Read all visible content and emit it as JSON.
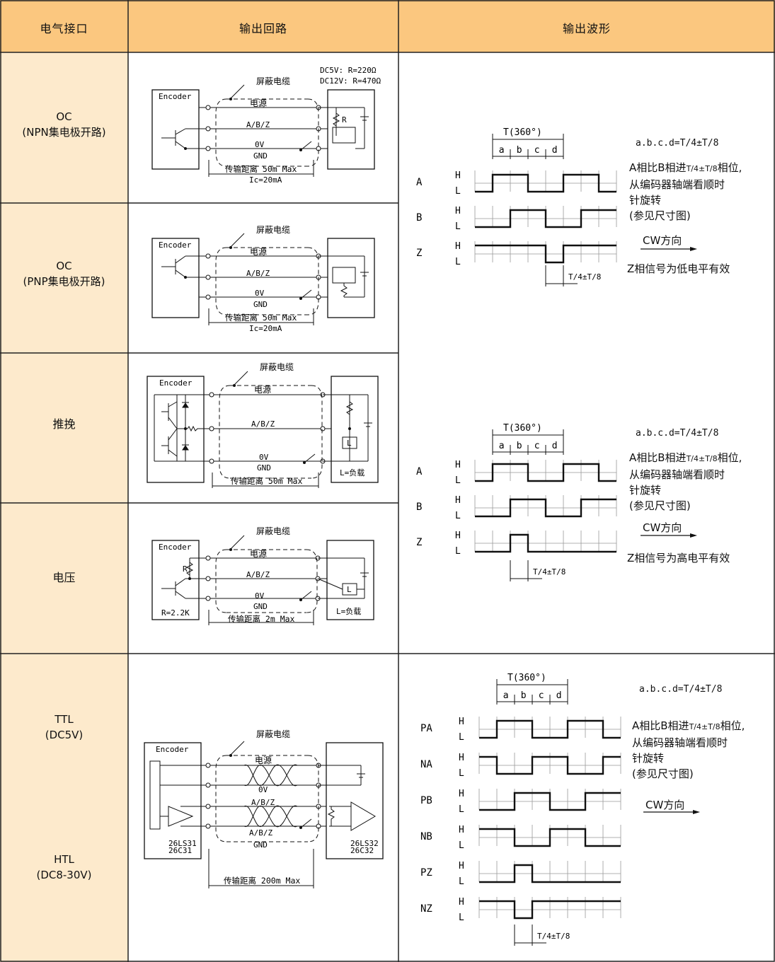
{
  "headers": {
    "col1": "电气接口",
    "col2": "输出回路",
    "col3": "输出波形"
  },
  "rows": [
    {
      "l1": "OC",
      "l2": "(NPN集电极开路)"
    },
    {
      "l1": "OC",
      "l2": "(PNP集电极开路)"
    },
    {
      "l1": "推挽",
      "l2": ""
    },
    {
      "l1": "电压",
      "l2": ""
    },
    {
      "l1": "TTL",
      "l2": "(DC5V)",
      "l3": "HTL",
      "l4": "(DC8-30V)"
    }
  ],
  "circuit": {
    "encoder": "Encoder",
    "shield": "屏蔽电缆",
    "power": "电源",
    "abz": "A/B/Z",
    "zero_v": "0V",
    "gnd": "GND",
    "ic": "Ic=20mA",
    "dist_50m": "传输距离 50m Max",
    "dist_2m": "传输距离 2m Max",
    "dist_200m": "传输距离 200m Max",
    "dc5v": "DC5V: R=220Ω",
    "dc12v": "DC12V: R=470Ω",
    "r_label": "R",
    "r_value": "R=2.2K",
    "load": "L=负载",
    "load_box": "L",
    "ic_left1": "26LS31",
    "ic_left2": "26C31",
    "ic_right1": "26LS32",
    "ic_right2": "26C32"
  },
  "wave": {
    "period": "T(360°)",
    "segs": [
      "a",
      "b",
      "c",
      "d"
    ],
    "high": "H",
    "low": "L",
    "abcd": "a.b.c.d=",
    "frac": "T/4±T/8",
    "desc1": "A相比B相进",
    "desc1b": "相位,",
    "desc2": "从编码器轴端看顺时",
    "desc3": "针旋转",
    "desc4": "(参见尺寸图)",
    "cw": "CW方向",
    "z_low": "Z相信号为低电平有效",
    "z_high": "Z相信号为高电平有效",
    "signals1": [
      "A",
      "B",
      "Z"
    ],
    "signals2": [
      "PA",
      "NA",
      "PB",
      "NB",
      "PZ",
      "NZ"
    ]
  }
}
